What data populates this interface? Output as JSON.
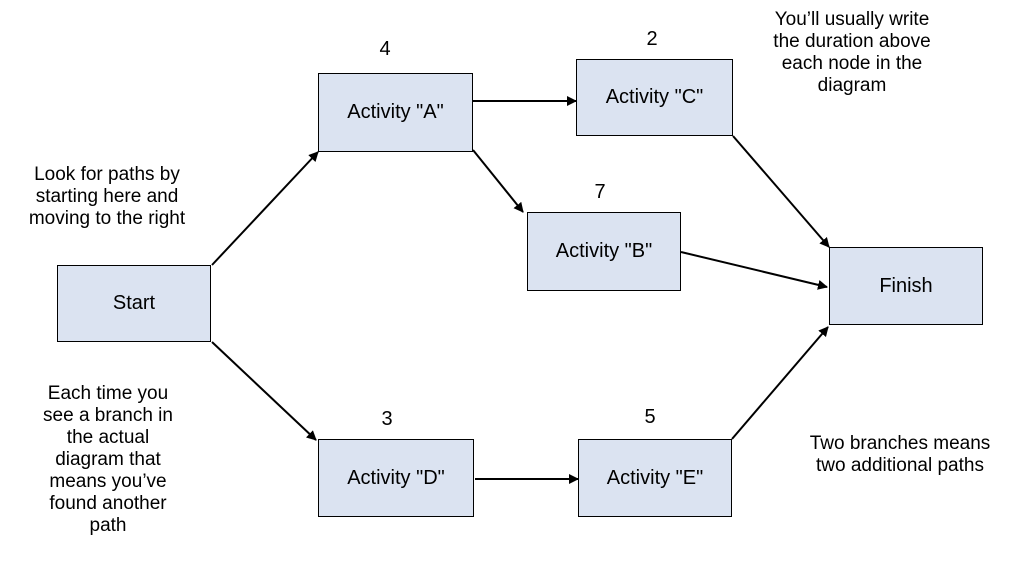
{
  "colors": {
    "node_fill": "#dbe3f1",
    "border": "#000000",
    "arrow": "#000000"
  },
  "nodes": {
    "start": {
      "label": "Start"
    },
    "a": {
      "label": "Activity \"A\"",
      "duration": "4"
    },
    "b": {
      "label": "Activity \"B\"",
      "duration": "7"
    },
    "c": {
      "label": "Activity \"C\"",
      "duration": "2"
    },
    "d": {
      "label": "Activity \"D\"",
      "duration": "3"
    },
    "e": {
      "label": "Activity \"E\"",
      "duration": "5"
    },
    "finish": {
      "label": "Finish"
    }
  },
  "edges": [
    [
      "start",
      "a"
    ],
    [
      "a",
      "c"
    ],
    [
      "a",
      "b"
    ],
    [
      "c",
      "finish"
    ],
    [
      "b",
      "finish"
    ],
    [
      "start",
      "d"
    ],
    [
      "d",
      "e"
    ],
    [
      "e",
      "finish"
    ]
  ],
  "notes": {
    "look_for_paths": "Look for paths by\nstarting here and\nmoving to the right",
    "each_time": "Each time you\nsee a branch in\nthe actual\ndiagram that\nmeans you’ve\nfound another\npath",
    "duration_note": "You’ll usually write\nthe duration above\neach node in the\ndiagram",
    "two_branches": "Two branches means\ntwo additional paths"
  }
}
